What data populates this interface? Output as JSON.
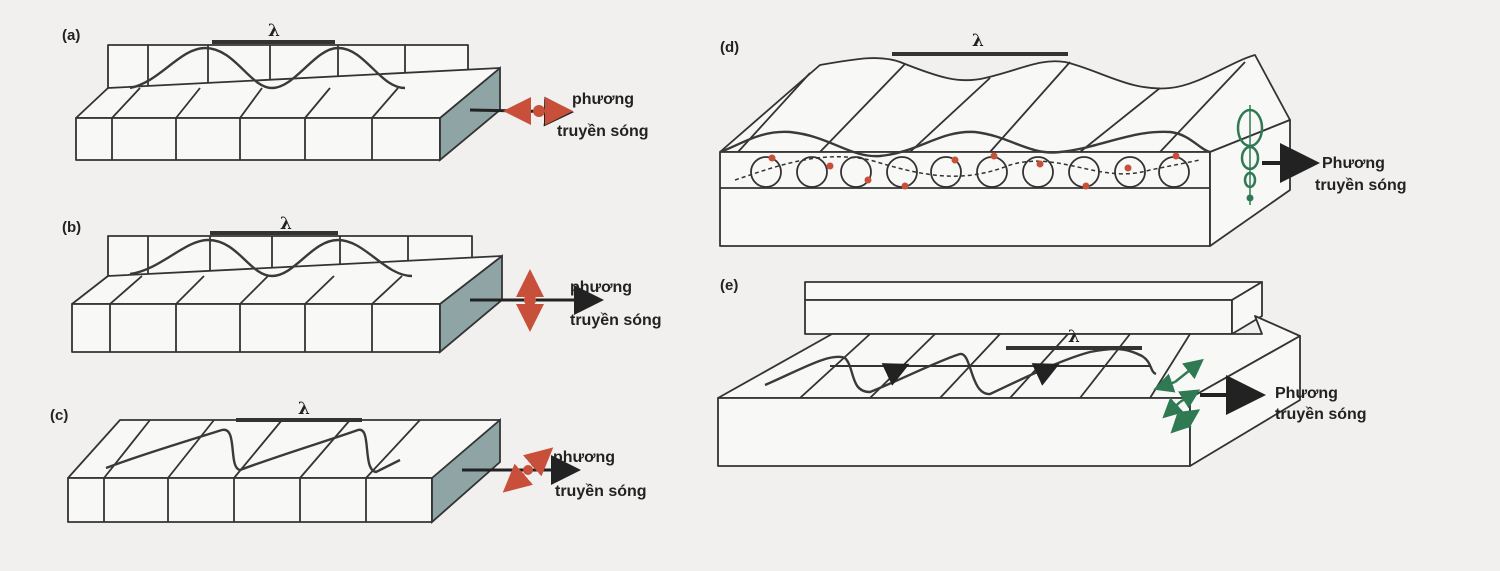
{
  "panels": {
    "a": {
      "label": "(a)",
      "lambda": "λ",
      "dir_line1": "phương",
      "dir_line2": "truyền sóng"
    },
    "b": {
      "label": "(b)",
      "lambda": "λ",
      "dir_line1": "phương",
      "dir_line2": "truyền sóng"
    },
    "c": {
      "label": "(c)",
      "lambda": "λ",
      "dir_line1": "phương",
      "dir_line2": "truyền sóng"
    },
    "d": {
      "label": "(d)",
      "lambda": "λ",
      "dir_line1": "Phương",
      "dir_line2": "truyền sóng"
    },
    "e": {
      "label": "(e)",
      "lambda": "λ",
      "dir_line1": "Phương",
      "dir_line2": "truyền sóng"
    }
  },
  "colors": {
    "particle": "#c8503a",
    "surface_particle": "#2f7a52",
    "end_face": "#8fa5a5"
  }
}
